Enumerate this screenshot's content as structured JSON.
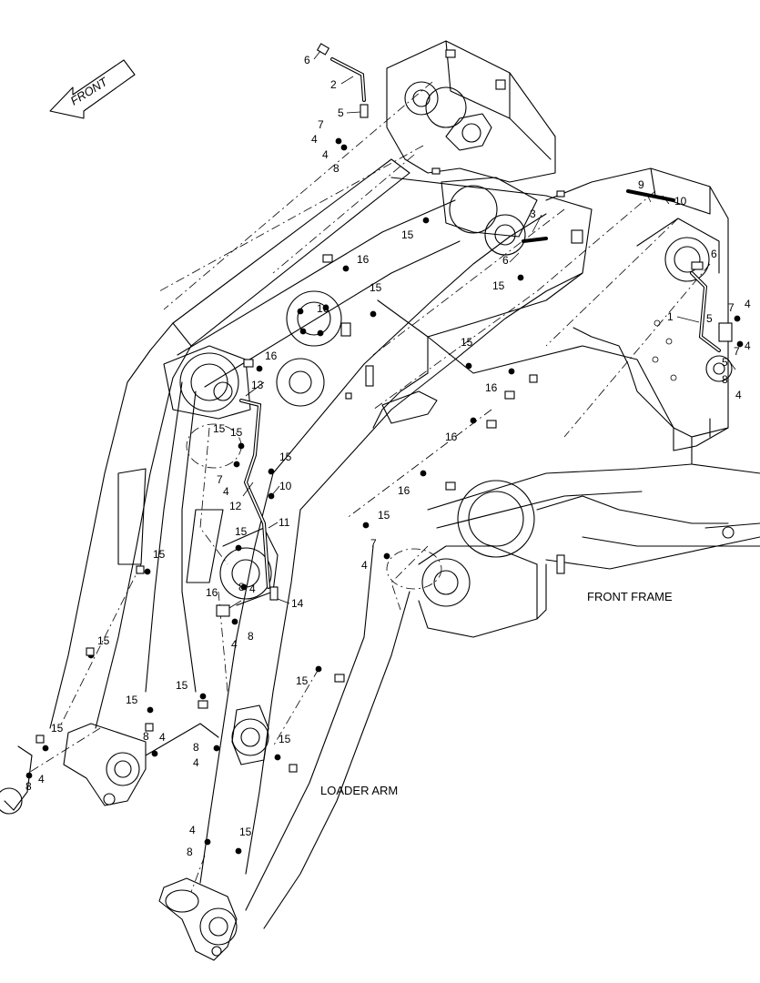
{
  "labels": {
    "front_arrow": "FRONT",
    "front_frame": "FRONT FRAME",
    "loader_arm": "LOADER ARM"
  },
  "callouts": [
    {
      "text": "6"
    },
    {
      "text": "2"
    },
    {
      "text": "5"
    },
    {
      "text": "7"
    },
    {
      "text": "4"
    },
    {
      "text": "4"
    },
    {
      "text": "8"
    },
    {
      "text": "15"
    },
    {
      "text": "3"
    },
    {
      "text": "6"
    },
    {
      "text": "15"
    },
    {
      "text": "16"
    },
    {
      "text": "15"
    },
    {
      "text": "16"
    },
    {
      "text": "9"
    },
    {
      "text": "10"
    },
    {
      "text": "6"
    },
    {
      "text": "1"
    },
    {
      "text": "7"
    },
    {
      "text": "4"
    },
    {
      "text": "5"
    },
    {
      "text": "7"
    },
    {
      "text": "4"
    },
    {
      "text": "5"
    },
    {
      "text": "8"
    },
    {
      "text": "4"
    },
    {
      "text": "15"
    },
    {
      "text": "16"
    },
    {
      "text": "16"
    },
    {
      "text": "13"
    },
    {
      "text": "15"
    },
    {
      "text": "15"
    },
    {
      "text": "15"
    },
    {
      "text": "7"
    },
    {
      "text": "4"
    },
    {
      "text": "10"
    },
    {
      "text": "12"
    },
    {
      "text": "16"
    },
    {
      "text": "16"
    },
    {
      "text": "15"
    },
    {
      "text": "11"
    },
    {
      "text": "15"
    },
    {
      "text": "7"
    },
    {
      "text": "4"
    },
    {
      "text": "15"
    },
    {
      "text": "8"
    },
    {
      "text": "4"
    },
    {
      "text": "16"
    },
    {
      "text": "14"
    },
    {
      "text": "8"
    },
    {
      "text": "4"
    },
    {
      "text": "15"
    },
    {
      "text": "15"
    },
    {
      "text": "15"
    },
    {
      "text": "15"
    },
    {
      "text": "15"
    },
    {
      "text": "8"
    },
    {
      "text": "4"
    },
    {
      "text": "8"
    },
    {
      "text": "4"
    },
    {
      "text": "15"
    },
    {
      "text": "8"
    },
    {
      "text": "4"
    },
    {
      "text": "4"
    },
    {
      "text": "15"
    },
    {
      "text": "8"
    }
  ]
}
